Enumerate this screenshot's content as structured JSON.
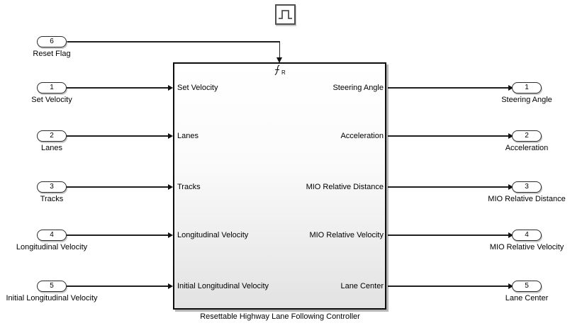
{
  "diagram": {
    "block_title": "Resettable Highway Lane Following Controller",
    "reset_subscript": "R"
  },
  "icons": {
    "pulse_icon": "pulse-waveform",
    "reset_event_icon": "event-function-f"
  },
  "controller": {
    "left_labels": [
      "Set Velocity",
      "Lanes",
      "Tracks",
      "Longitudinal Velocity",
      "Initial Longitudinal Velocity"
    ],
    "right_labels": [
      "Steering Angle",
      "Acceleration",
      "MIO Relative Distance",
      "MIO Relative Velocity",
      "Lane Center"
    ]
  },
  "inports": [
    {
      "number": "6",
      "label": "Reset Flag"
    },
    {
      "number": "1",
      "label": "Set Velocity"
    },
    {
      "number": "2",
      "label": "Lanes"
    },
    {
      "number": "3",
      "label": "Tracks"
    },
    {
      "number": "4",
      "label": "Longitudinal Velocity"
    },
    {
      "number": "5",
      "label": "Initial Longitudinal Velocity"
    }
  ],
  "outports": [
    {
      "number": "1",
      "label": "Steering Angle"
    },
    {
      "number": "2",
      "label": "Acceleration"
    },
    {
      "number": "3",
      "label": "MIO Relative Distance"
    },
    {
      "number": "4",
      "label": "MIO Relative Velocity"
    },
    {
      "number": "5",
      "label": "Lane Center"
    }
  ],
  "colors": {
    "canvas_bg": "#ffffff",
    "wire": "#1f1f1f",
    "block_border": "#0d0d0d",
    "block_fill_top": "#ffffff",
    "block_fill_bottom": "#e2e2e2",
    "shadow": "#b8b8b8"
  }
}
